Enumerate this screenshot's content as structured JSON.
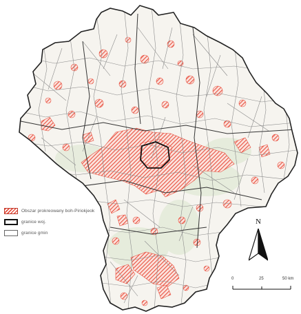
{
  "map": {
    "colors": {
      "background": "#ffffff",
      "land_fill": "#f6f4ef",
      "hatch": "#e8503f",
      "province_border": "#333333",
      "commune_border": "#9a9a9a"
    }
  },
  "legend": {
    "items": [
      {
        "label": "Obszar prokreowany boh-Piriokjeok",
        "symbol": "red-hatch"
      },
      {
        "label": "granice woj.",
        "symbol": "thick-black-outline"
      },
      {
        "label": "granice gmin",
        "symbol": "thin-outline"
      }
    ]
  },
  "north_arrow": {
    "label": "N"
  },
  "scale_bar": {
    "ticks": [
      "0",
      "25",
      "50 km"
    ]
  }
}
